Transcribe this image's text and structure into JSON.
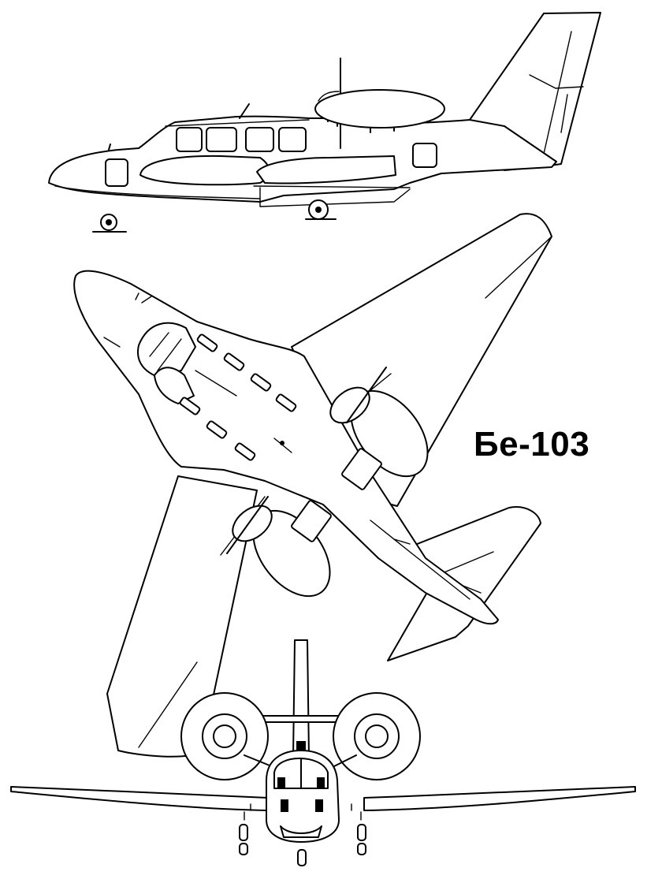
{
  "title": "Бе-103",
  "views": {
    "side": "side-view",
    "plan": "plan-view",
    "front": "front-view"
  },
  "colors": {
    "ink": "#000000",
    "paper": "#ffffff"
  }
}
